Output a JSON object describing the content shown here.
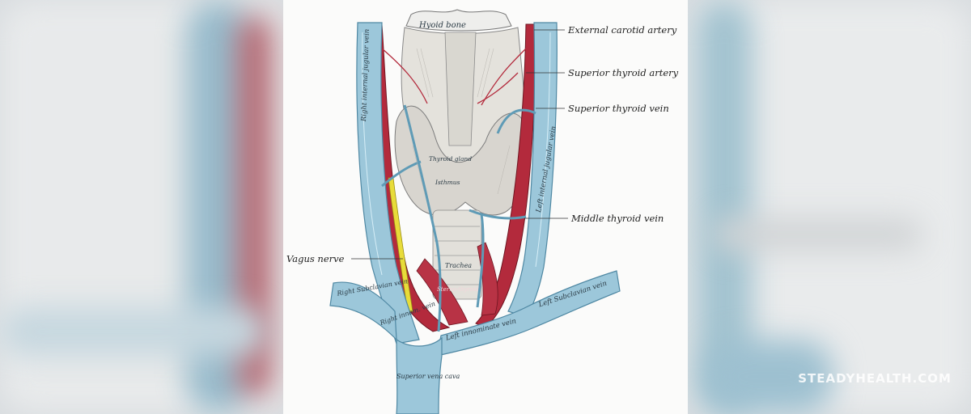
{
  "figure": {
    "labels": {
      "hyoid_bone": "Hyoid bone",
      "external_carotid_artery": "External carotid artery",
      "superior_thyroid_artery": "Superior thyroid artery",
      "superior_thyroid_vein": "Superior thyroid vein",
      "middle_thyroid_vein": "Middle thyroid vein",
      "vagus_nerve": "Vagus nerve",
      "right_internal_jugular_vein": "Right internal jugular vein",
      "left_internal_jugular_vein": "Left internal jugular vein",
      "right_subclavian_vein": "Right Subclavian vein",
      "right_innominate_vein": "Right innom. vein",
      "left_innominate_vein": "Left innominate vein",
      "left_subclavian_vein": "Left Subclavian vein",
      "superior_vena_cava": "Superior vena cava",
      "trachea": "Trachea",
      "thyroid_gland": "Thyroid gland",
      "isthmus": "Isthmus",
      "sternothyroid": "Sterno-thyroid"
    },
    "colors": {
      "vein": "#9cc7da",
      "vein_dark": "#5f9bb6",
      "artery": "#b32a3c",
      "nerve": "#e8dc3a",
      "tissue": "#e6e3de"
    }
  },
  "watermark": "STEADYHEALTH.COM"
}
